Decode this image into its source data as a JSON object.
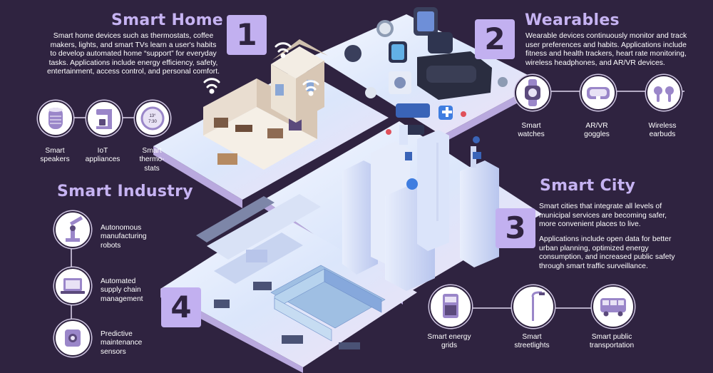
{
  "smart_home": {
    "title": "Smart Home",
    "number": "1",
    "description": "Smart home devices such as thermostats, coffee makers, lights, and smart TVs learn a user's habits to develop automated home “support” for everyday tasks. Applications include energy efficiency, safety, entertainment, access control, and personal comfort.",
    "items": [
      {
        "label": "Smart speakers",
        "icon": "smart-speaker-icon"
      },
      {
        "label": "IoT appliances",
        "icon": "coffee-maker-icon"
      },
      {
        "label": "Smart thermo-stats",
        "icon": "thermostat-icon"
      }
    ]
  },
  "wearables": {
    "title": "Wearables",
    "number": "2",
    "description": "Wearable devices continuously monitor and track user preferences and habits. Applications include fitness and health trackers, heart rate monitoring, wireless headphones, and AR/VR devices.",
    "items": [
      {
        "label": "Smart watches",
        "icon": "smartwatch-icon"
      },
      {
        "label": "AR/VR goggles",
        "icon": "vr-goggles-icon"
      },
      {
        "label": "Wireless earbuds",
        "icon": "earbuds-icon"
      }
    ]
  },
  "smart_city": {
    "title": "Smart City",
    "number": "3",
    "description_1": "Smart cities that integrate all levels of municipal services are becoming safer, more convenient places to live.",
    "description_2": "Applications include open data for better urban planning, optimized energy consumption, and increased public safety through smart traffic surveillance.",
    "items": [
      {
        "label": "Smart energy grids",
        "icon": "energy-meter-icon"
      },
      {
        "label": "Smart streetlights",
        "icon": "streetlight-icon"
      },
      {
        "label": "Smart public transportation",
        "icon": "bus-icon"
      }
    ]
  },
  "smart_industry": {
    "title": "Smart Industry",
    "number": "4",
    "items": [
      {
        "label": "Autonomous manufacturing robots",
        "icon": "robot-arm-icon"
      },
      {
        "label": "Automated supply chain management",
        "icon": "laptop-icon"
      },
      {
        "label": "Predictive maintenance sensors",
        "icon": "sensor-icon"
      }
    ]
  },
  "colors": {
    "background": "#2f2340",
    "accent": "#c2b0f0",
    "title": "#c6b3f2",
    "platform": "#dfe8fb"
  }
}
